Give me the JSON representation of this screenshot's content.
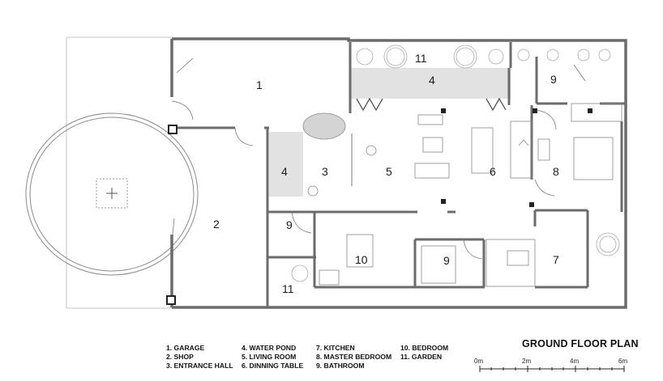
{
  "title": "GROUND FLOOR PLAN",
  "rooms": [
    {
      "num": "1"
    },
    {
      "num": "2"
    },
    {
      "num": "3"
    },
    {
      "num": "4"
    },
    {
      "num": "4"
    },
    {
      "num": "5"
    },
    {
      "num": "6"
    },
    {
      "num": "7"
    },
    {
      "num": "8"
    },
    {
      "num": "9"
    },
    {
      "num": "9"
    },
    {
      "num": "9"
    },
    {
      "num": "10"
    },
    {
      "num": "11"
    },
    {
      "num": "11"
    }
  ],
  "legend": {
    "col1": [
      "1. GARAGE",
      "2. SHOP",
      "3. ENTRANCE HALL"
    ],
    "col2": [
      "4. WATER POND",
      "5. LIVING ROOM",
      "6. DINNING TABLE"
    ],
    "col3": [
      "7. KITCHEN",
      "8. MASTER BEDROOM",
      "9. BATHROOM"
    ],
    "col4": [
      "10. BEDROOM",
      "11. GARDEN"
    ]
  },
  "scale": [
    "0m",
    "2m",
    "4m",
    "6m"
  ],
  "colors": {
    "wall": "#6e6e6e",
    "pond": "#e3e3e3",
    "line": "#999999"
  }
}
